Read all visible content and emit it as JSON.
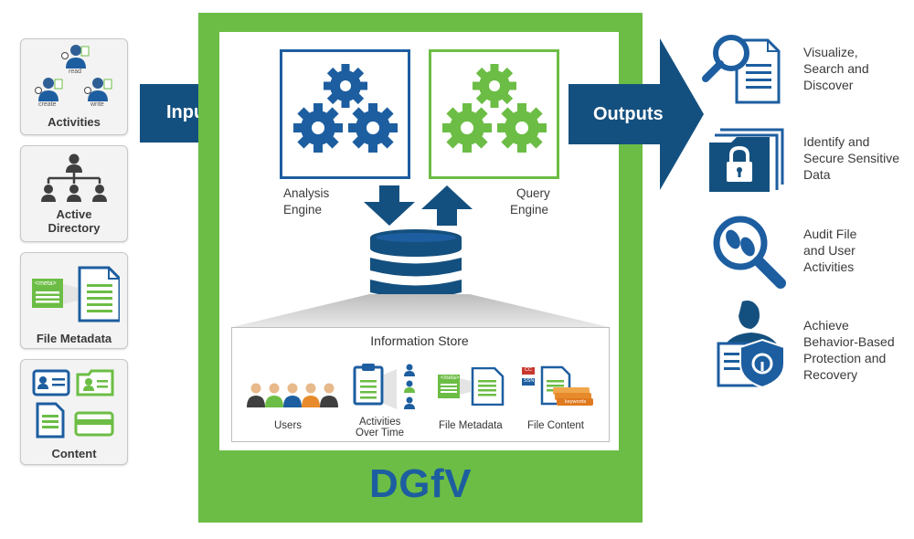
{
  "inputs_label": "Inputs",
  "outputs_label": "Outputs",
  "product_name": "DGfV",
  "input_cards": [
    {
      "label": "Activities",
      "mini_labels": {
        "read": "read",
        "create": "create",
        "write": "write"
      }
    },
    {
      "label_line1": "Active",
      "label_line2": "Directory"
    },
    {
      "label": "File Metadata",
      "tag": "<meta>"
    },
    {
      "label": "Content"
    }
  ],
  "engines": {
    "analysis": {
      "line1": "Analysis",
      "line2": "Engine"
    },
    "query": {
      "line1": "Query",
      "line2": "Engine"
    }
  },
  "store": {
    "title": "Information Store",
    "items": {
      "users": "Users",
      "activities_line1": "Activities",
      "activities_line2": "Over Time",
      "file_metadata": "File Metadata",
      "file_content": "File Content"
    },
    "meta_tag": "<meta>",
    "content_tags": [
      "CC",
      "SSN",
      "keywords"
    ]
  },
  "outputs": [
    {
      "line1": "Visualize,",
      "line2": "Search and",
      "line3": "Discover"
    },
    {
      "line1": "Identify and",
      "line2": "Secure Sensitive",
      "line3": "Data"
    },
    {
      "line1": "Audit File",
      "line2": "and User",
      "line3": "Activities"
    },
    {
      "line1": "Achieve",
      "line2": "Behavior-Based",
      "line3": "Protection and",
      "line4": "Recovery"
    }
  ],
  "colors": {
    "blue": "#1d5ea0",
    "green": "#6cbd45",
    "dark_blue": "#14507f",
    "gray": "#3a3a3a"
  }
}
